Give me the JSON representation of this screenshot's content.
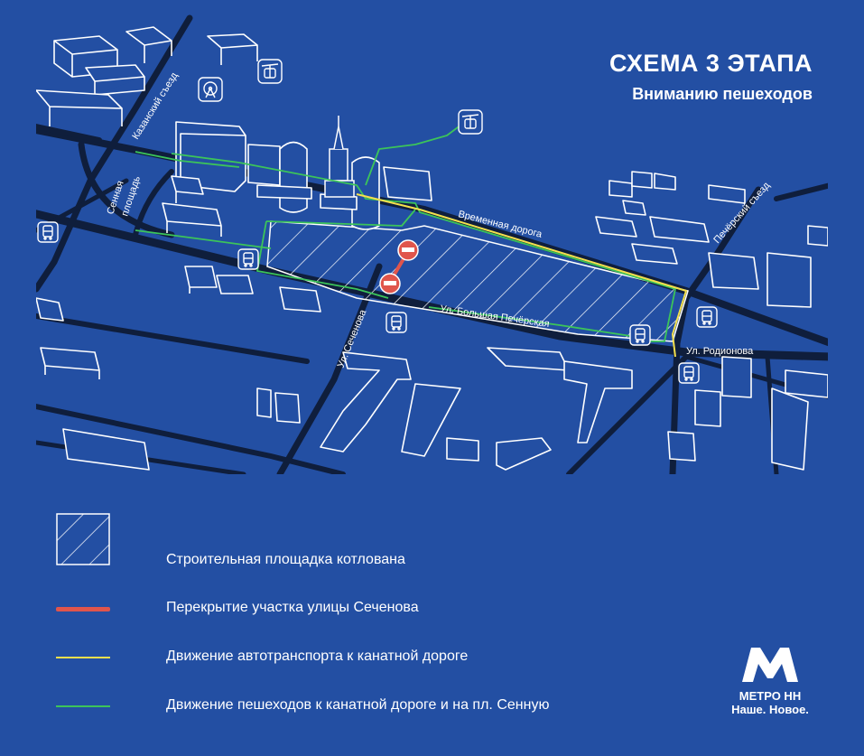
{
  "header": {
    "title": "СХЕМА 3 ЭТАПА",
    "subtitle": "Вниманию пешеходов"
  },
  "map": {
    "streets": {
      "kazansky": "Казанский съезд",
      "sennaya": [
        "Сенная",
        "площадь"
      ],
      "temporary_road": "Временная дорога",
      "pechersky": "Печёрский съезд",
      "bolshaya_pecherskaya": "Ул. Большая Печёрская",
      "sechenova": "Ул. Сеченова",
      "rodionova": "Ул. Родионова"
    },
    "colors": {
      "background": "#234fa3",
      "roads": "#0f1e3c",
      "buildings": "#234fa3",
      "closure": "#e0554c",
      "car_route": "#f4e04d",
      "pedestrian_route": "#3cc45a"
    },
    "icons": [
      "cable-car-icon",
      "ferris-wheel-icon",
      "bus-stop-icon",
      "no-entry-icon",
      "church-icon"
    ]
  },
  "legend": [
    {
      "key": "construction",
      "label": "Строительная площадка котлована"
    },
    {
      "key": "closure",
      "label": "Перекрытие участка улицы Сеченова"
    },
    {
      "key": "car",
      "label": "Движение автотранспорта к канатной дороге"
    },
    {
      "key": "pedestrian",
      "label": "Движение пешеходов к канатной дороге и на пл. Сенную"
    }
  ],
  "brand": {
    "name": "МЕТРО НН",
    "slogan": "Наше. Новое."
  }
}
